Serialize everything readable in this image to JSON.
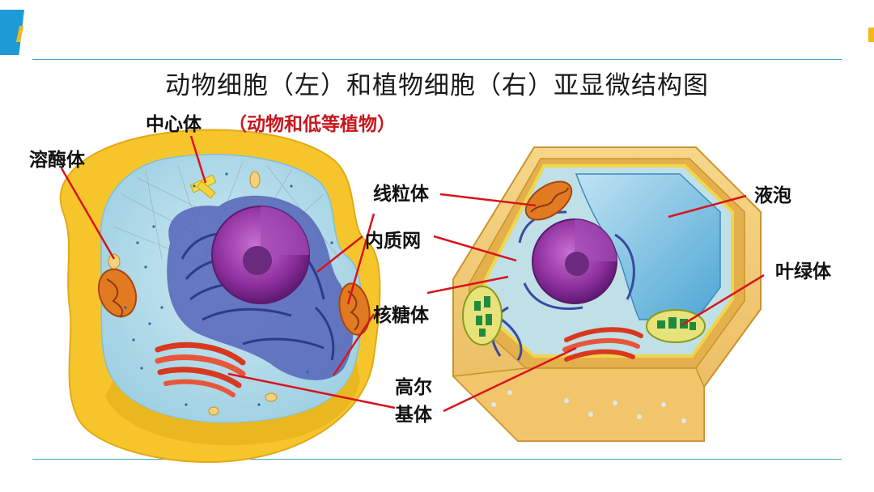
{
  "slide": {
    "title": "动物细胞（左）和植物细胞（右）亚显微结构图"
  },
  "labels": {
    "centriole": "中心体",
    "centriole_note": "（动物和低等植物）",
    "lysosome": "溶酶体",
    "mitochondrion": "线粒体",
    "er": "内质网",
    "ribosome": "核糖体",
    "golgi_line1": "高尔",
    "golgi_line2": "基体",
    "vacuole": "液泡",
    "chloroplast": "叶绿体"
  },
  "colors": {
    "accent_blue": "#1e9bd7",
    "accent_yellow": "#f5b81b",
    "pointer_red": "#d8141c",
    "note_red": "#c8161d"
  }
}
